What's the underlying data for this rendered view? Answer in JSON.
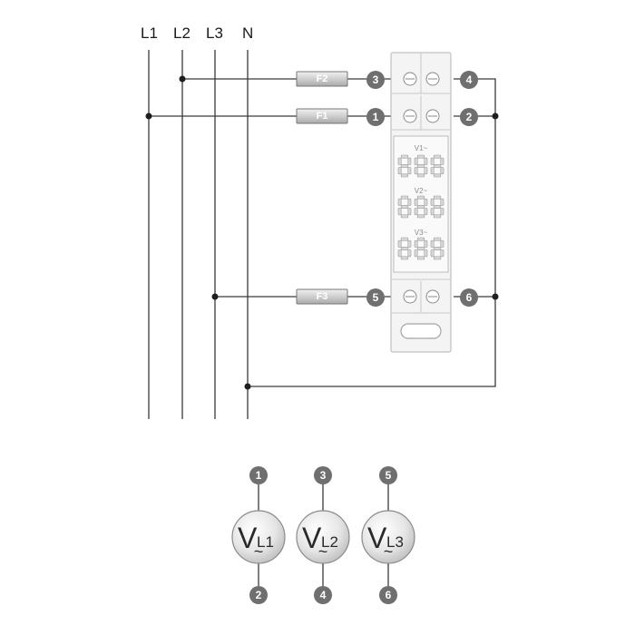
{
  "buses": [
    {
      "label": "L1"
    },
    {
      "label": "L2"
    },
    {
      "label": "L3"
    },
    {
      "label": "N"
    }
  ],
  "fuses": [
    {
      "label": "F2"
    },
    {
      "label": "F1"
    },
    {
      "label": "F3"
    }
  ],
  "terminals": [
    "1",
    "2",
    "3",
    "4",
    "5",
    "6"
  ],
  "display": {
    "labels": [
      "V1~",
      "V2~",
      "V3~"
    ],
    "digits": "888"
  },
  "voltmeters": [
    {
      "symbol": "V",
      "sub": "L1",
      "tilde": "~",
      "top": "1",
      "bottom": "2"
    },
    {
      "symbol": "V",
      "sub": "L2",
      "tilde": "~",
      "top": "3",
      "bottom": "4"
    },
    {
      "symbol": "V",
      "sub": "L3",
      "tilde": "~",
      "top": "5",
      "bottom": "6"
    }
  ],
  "colors": {
    "wire": "#3a3a3a",
    "terminal": "#6f6f6f",
    "meter_body": "#f4f4f4"
  }
}
